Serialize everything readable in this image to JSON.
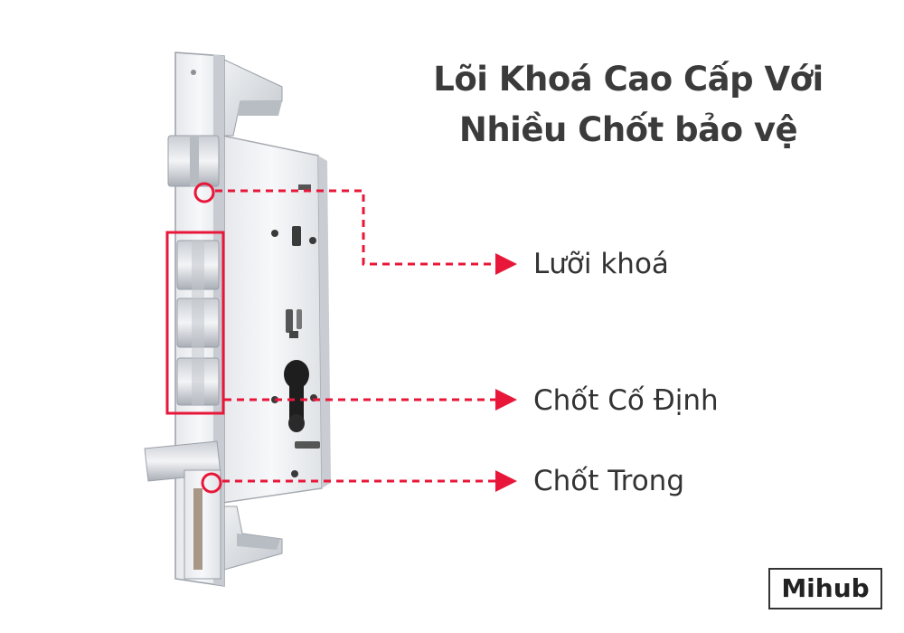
{
  "title": {
    "line1": "Lõi Khoá Cao Cấp Với",
    "line2": "Nhiều Chốt bảo vệ"
  },
  "callouts": [
    {
      "label": "Lưỡi khoá"
    },
    {
      "label": "Chốt Cố Định"
    },
    {
      "label": "Chốt Trong"
    }
  ],
  "brand": "Mihub",
  "colors": {
    "accent": "#e8173a",
    "text": "#333333",
    "metal_light": "#f2f3f5",
    "metal_mid": "#d7dadf",
    "metal_dark": "#9aa0a8"
  }
}
